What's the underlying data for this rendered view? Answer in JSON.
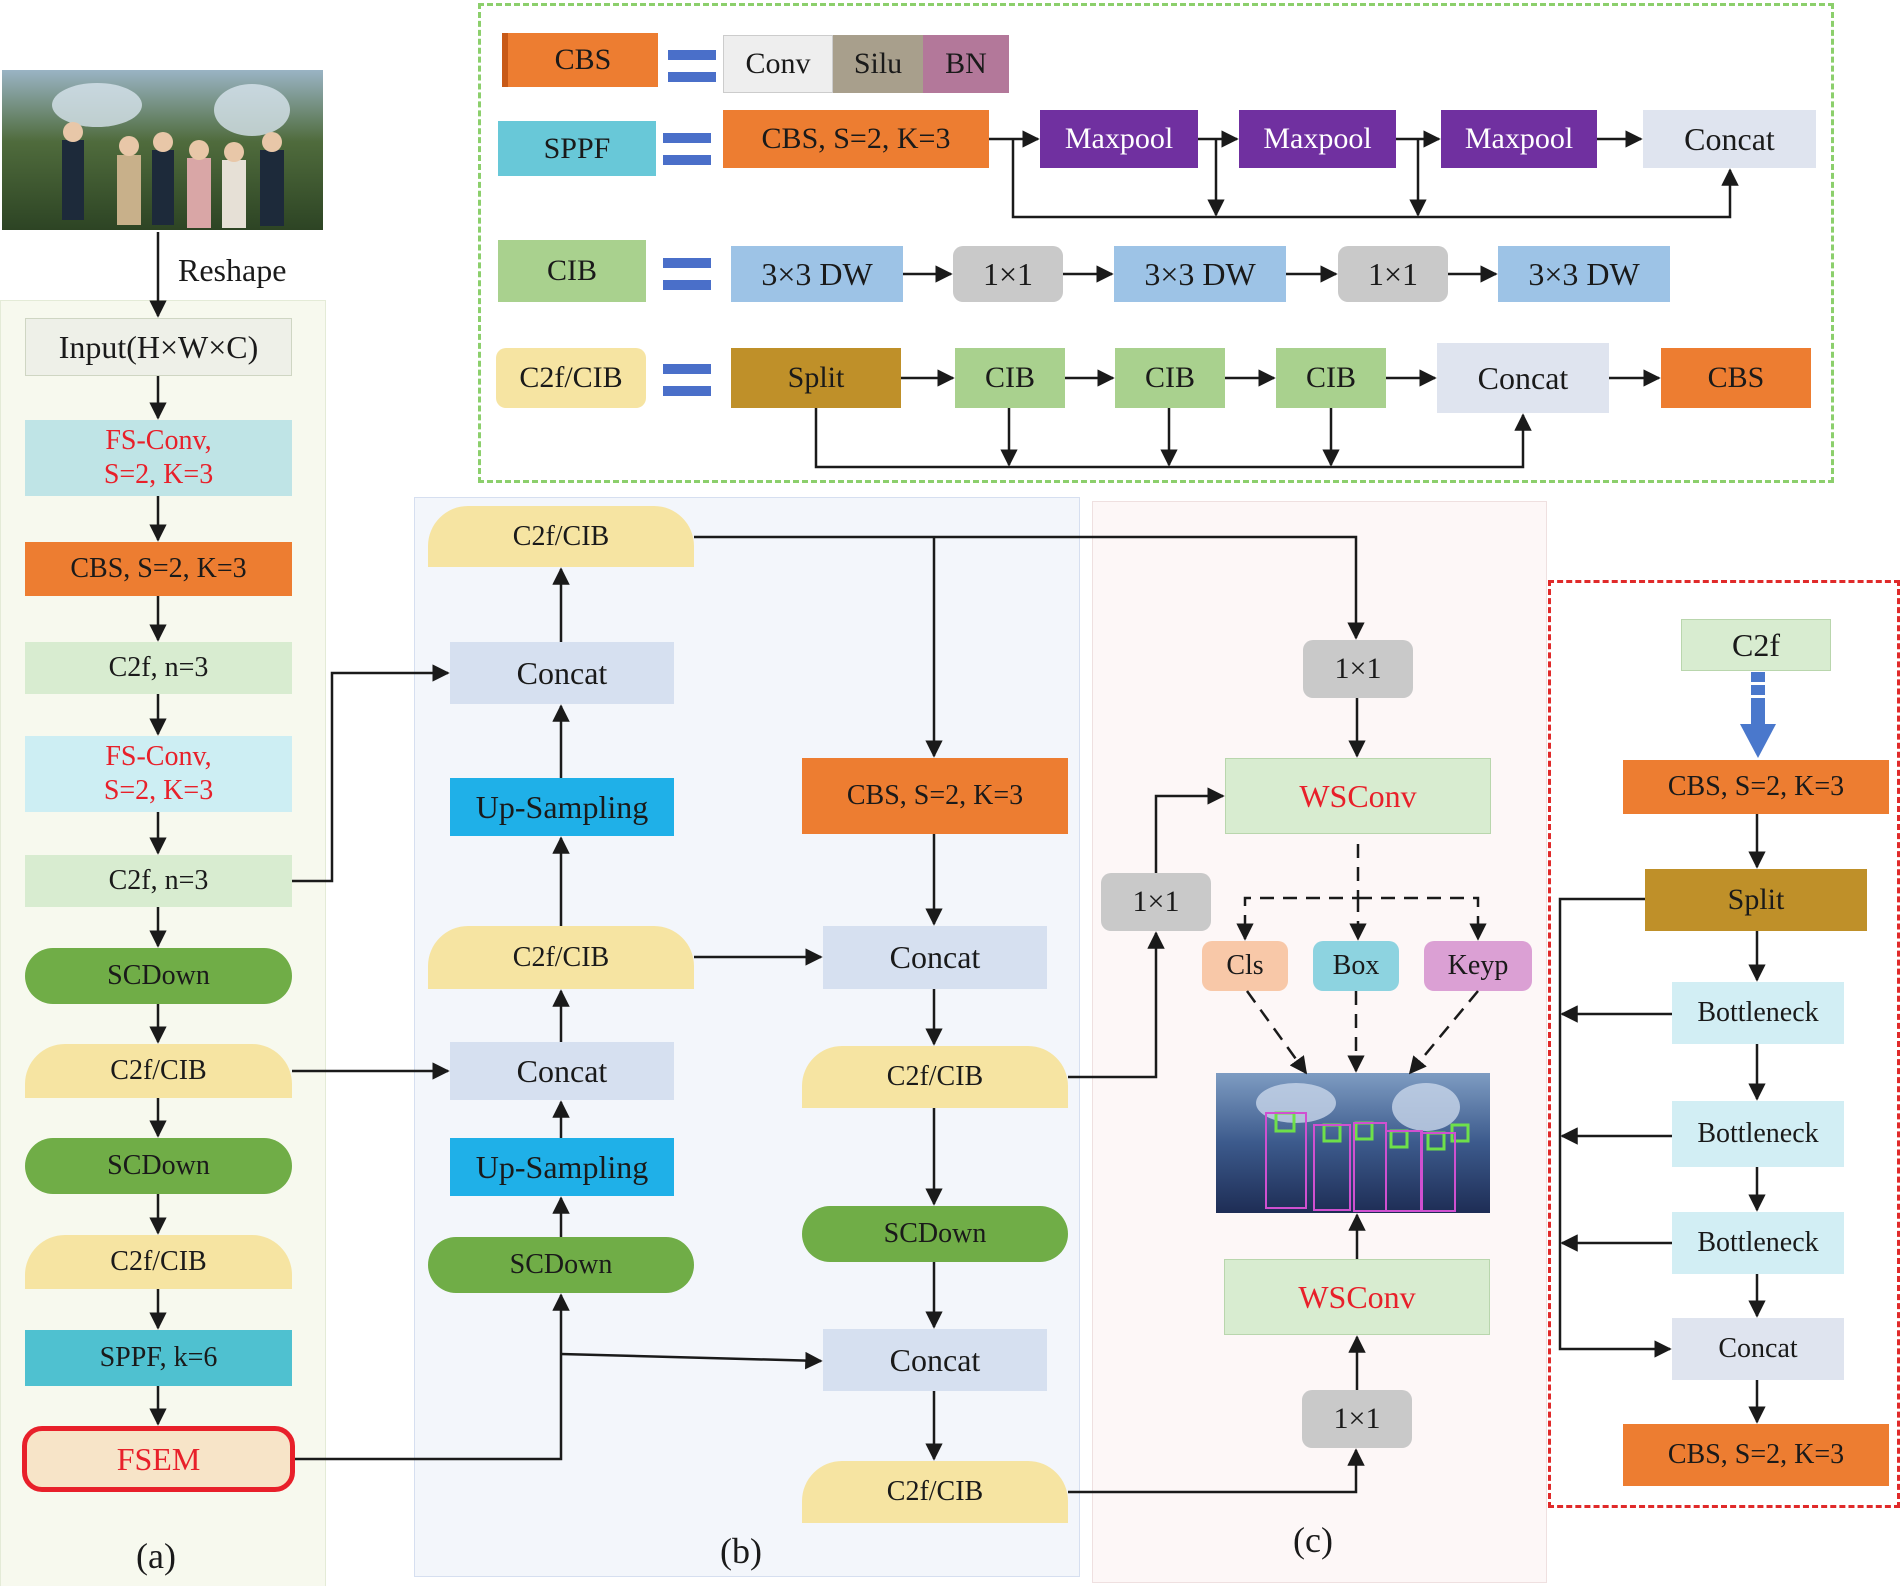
{
  "panel_a": {
    "caption": "(a)",
    "reshape": "Reshape",
    "input": "Input(H×W×C)",
    "fsconv1": [
      "FS-Conv,",
      "S=2, K=3"
    ],
    "cbs": "CBS, S=2, K=3",
    "c2f_1": "C2f, n=3",
    "fsconv2": [
      "FS-Conv,",
      "S=2, K=3"
    ],
    "c2f_2": "C2f, n=3",
    "scdown_1": "SCDown",
    "c2fcib_1": "C2f/CIB",
    "scdown_2": "SCDown",
    "c2fcib_2": "C2f/CIB",
    "sppf": "SPPF, k=6",
    "fsem": "FSEM"
  },
  "panel_b": {
    "caption": "(b)",
    "c2fcib_top": "C2f/CIB",
    "concat_1": "Concat",
    "upsampling_1": "Up-Sampling",
    "c2fcib_mid": "C2f/CIB",
    "concat_2": "Concat",
    "upsampling_2": "Up-Sampling",
    "scdown_left": "SCDown",
    "cbs": "CBS, S=2, K=3",
    "concat_r1": "Concat",
    "c2fcib_r1": "C2f/CIB",
    "scdown_right": "SCDown",
    "concat_r2": "Concat",
    "c2fcib_r2": "C2f/CIB"
  },
  "panel_c": {
    "caption": "(c)",
    "conv1x1_top": "1×1",
    "wsconv_top": "WSConv",
    "conv1x1_left": "1×1",
    "cls": "Cls",
    "box": "Box",
    "keyp": "Keyp",
    "wsconv_bottom": "WSConv",
    "conv1x1_bottom": "1×1"
  },
  "legend": {
    "cbs": {
      "name": "CBS",
      "parts": [
        "Conv",
        "Silu",
        "BN"
      ]
    },
    "sppf": {
      "name": "SPPF",
      "parts": [
        "CBS, S=2, K=3",
        "Maxpool",
        "Maxpool",
        "Maxpool",
        "Concat"
      ]
    },
    "cib": {
      "name": "CIB",
      "parts": [
        "3×3 DW",
        "1×1",
        "3×3 DW",
        "1×1",
        "3×3 DW"
      ]
    },
    "c2fcib": {
      "name": "C2f/CIB",
      "parts": [
        "Split",
        "CIB",
        "CIB",
        "CIB",
        "Concat",
        "CBS"
      ]
    }
  },
  "c2f_detail": {
    "c2f": "C2f",
    "cbs_top": "CBS, S=2, K=3",
    "split": "Split",
    "bottleneck": [
      "Bottleneck",
      "Bottleneck",
      "Bottleneck"
    ],
    "concat": "Concat",
    "cbs_bottom": "CBS, S=2, K=3"
  },
  "colors": {
    "orange": "#ed7d31",
    "teal": "#68c8d8",
    "lightgreen": "#a9d18e",
    "paleyellow": "#f6e4a2",
    "purple": "#7030a0",
    "blue": "#9dc3e6",
    "darkgreen": "#70ad47",
    "sky": "#1fb0e8",
    "gold": "#bf9029",
    "red": "#e8202a"
  }
}
